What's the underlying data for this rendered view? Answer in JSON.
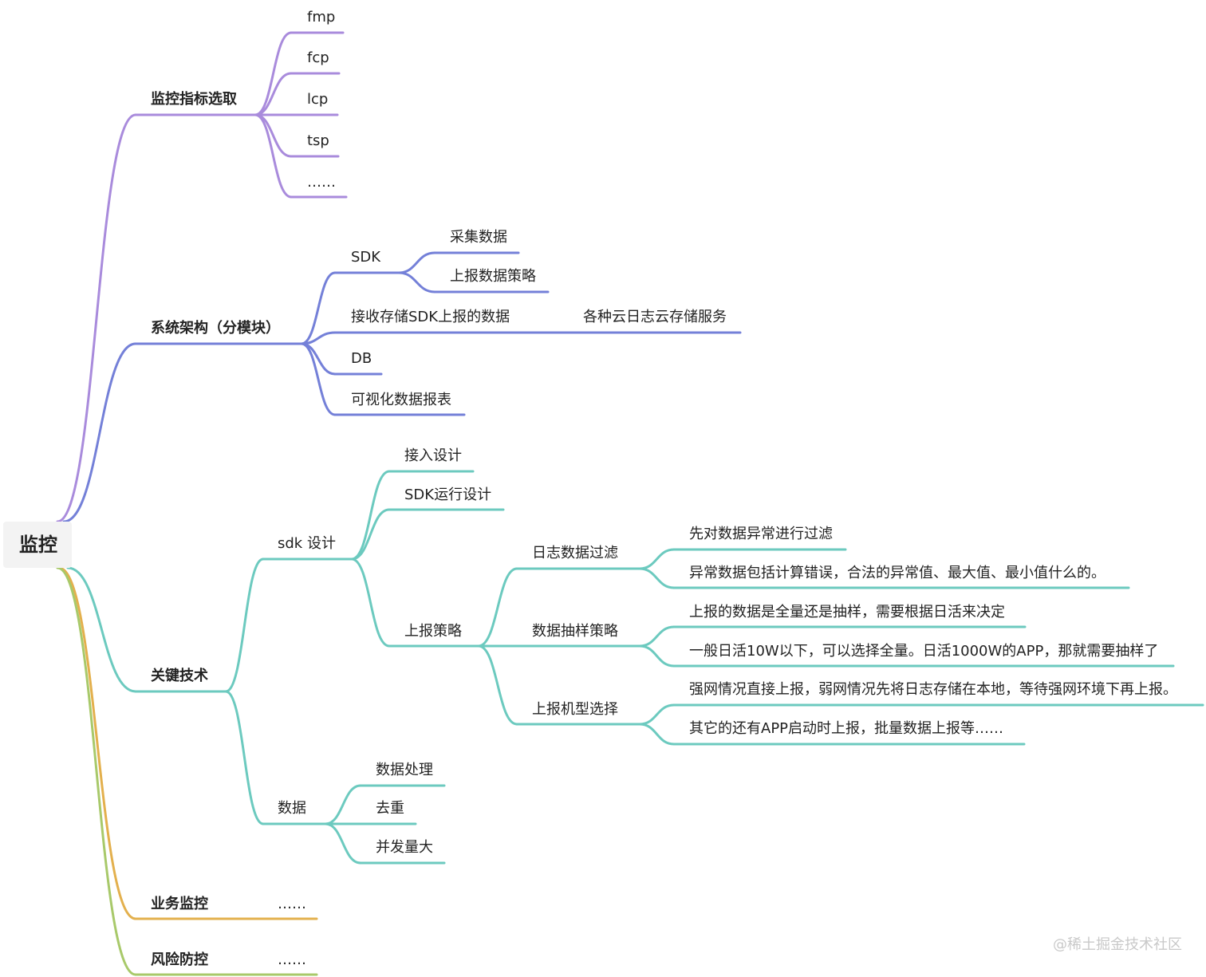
{
  "mindmap": {
    "root": "监控",
    "colors": {
      "purple": "#a98bdc",
      "indigo": "#7480d8",
      "teal": "#6ccabf",
      "orange": "#e3b04d",
      "green": "#a8c96a"
    },
    "branches": {
      "metrics": {
        "label": "监控指标选取",
        "children": [
          "fmp",
          "fcp",
          "lcp",
          "tsp",
          "……"
        ]
      },
      "architecture": {
        "label": "系统架构（分模块）",
        "sdk": {
          "label": "SDK",
          "children": [
            "采集数据",
            "上报数据策略"
          ]
        },
        "receive": {
          "label": "接收存储SDK上报的数据",
          "child": "各种云日志云存储服务"
        },
        "db": "DB",
        "report": "可视化数据报表"
      },
      "key_tech": {
        "label": "关键技术",
        "sdk_design": {
          "label": "sdk 设计",
          "children": [
            "接入设计",
            "SDK运行设计"
          ],
          "strategy": {
            "label": "上报策略",
            "log_filter": {
              "label": "日志数据过滤",
              "children": [
                "先对数据异常进行过滤",
                "异常数据包括计算错误，合法的异常值、最大值、最小值什么的。"
              ]
            },
            "sampling": {
              "label": "数据抽样策略",
              "children": [
                "上报的数据是全量还是抽样，需要根据日活来决定",
                "一般日活10W以下，可以选择全量。日活1000W的APP，那就需要抽样了"
              ]
            },
            "device": {
              "label": "上报机型选择",
              "children": [
                "强网情况直接上报，弱网情况先将日志存储在本地，等待强网环境下再上报。",
                "其它的还有APP启动时上报，批量数据上报等……"
              ]
            }
          }
        },
        "data": {
          "label": "数据",
          "children": [
            "数据处理",
            "去重",
            "并发量大"
          ]
        }
      },
      "business": {
        "label": "业务监控",
        "child": "……"
      },
      "risk": {
        "label": "风险防控",
        "child": "……"
      }
    },
    "watermark": "@稀土掘金技术社区"
  }
}
